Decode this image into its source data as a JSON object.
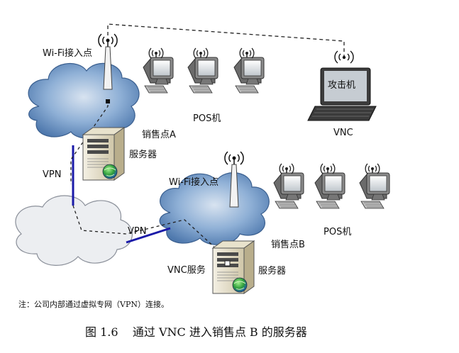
{
  "diagram": {
    "labels": {
      "wifi_a": "Wi-Fi接入点",
      "pos_a": "POS机",
      "site_a": "销售点A",
      "server_a": "服务器",
      "vpn_left": "VPN",
      "wifi_b": "Wi-Fi接入点",
      "vpn_mid": "VPN",
      "pos_b": "POS机",
      "site_b": "销售点B",
      "vnc_service": "VNC服务",
      "server_b": "服务器",
      "attacker": "攻击机",
      "vnc": "VNC"
    },
    "note": "注：公司内部通过虚拟专网（VPN）连接。",
    "caption": "图 1.6    通过 VNC 进入销售点 B 的服务器"
  },
  "colors": {
    "vpn_line": "#1a1aa8",
    "cloud_fill": "#9ab4d4",
    "cloud_light": "#e2e6ec",
    "monitor": "#444444"
  }
}
